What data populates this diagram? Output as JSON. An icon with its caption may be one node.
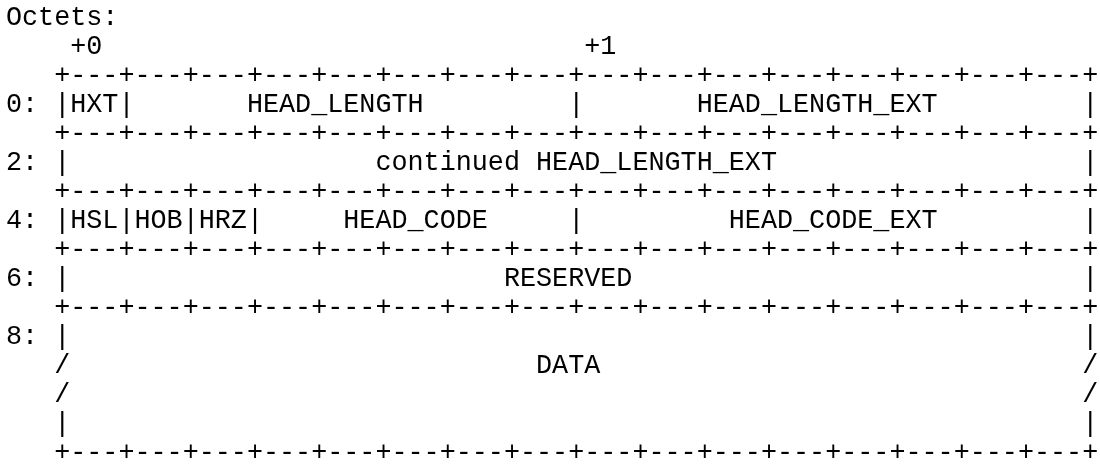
{
  "diagram": {
    "labels": [
      "Octets:",
      "    +0                              +1",
      "   +---+---+---+---+---+---+---+---+---+---+---+---+---+---+---+---+",
      "0: |HXT|       HEAD_LENGTH         |       HEAD_LENGTH_EXT         |",
      "   +---+---+---+---+---+---+---+---+---+---+---+---+---+---+---+---+",
      "2: |                   continued HEAD_LENGTH_EXT                   |",
      "   +---+---+---+---+---+---+---+---+---+---+---+---+---+---+---+---+",
      "4: |HSL|HOB|HRZ|     HEAD_CODE     |         HEAD_CODE_EXT         |",
      "   +---+---+---+---+---+---+---+---+---+---+---+---+---+---+---+---+",
      "6: |                           RESERVED                            |",
      "   +---+---+---+---+---+---+---+---+---+---+---+---+---+---+---+---+",
      "8: |                                                               |",
      "   /                             DATA                              /",
      "   /                                                               /",
      "   |                                                               |",
      "   +---+---+---+---+---+---+---+---+---+---+---+---+---+---+---+---+"
    ]
  }
}
